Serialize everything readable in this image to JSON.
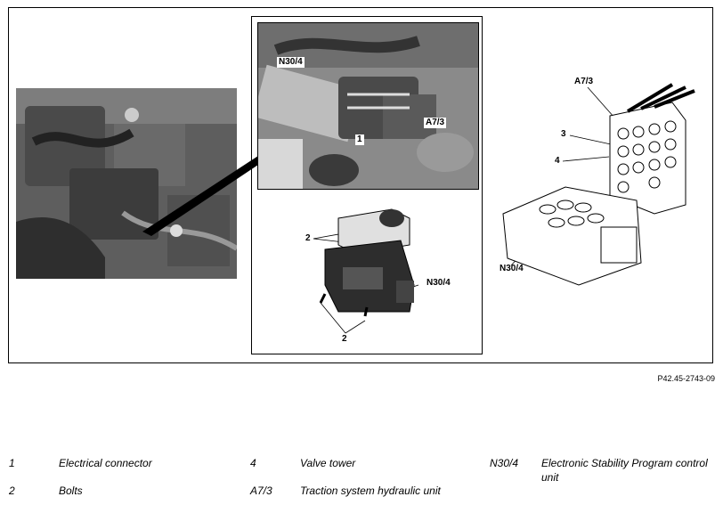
{
  "callouts": {
    "n30_4": "N30/4",
    "a7_3": "A7/3",
    "one": "1",
    "two": "2",
    "three": "3",
    "four": "4"
  },
  "reference_code": "P42.45-2743-09",
  "legend": [
    {
      "key": "1",
      "text": "Electrical connector"
    },
    {
      "key": "4",
      "text": "Valve tower"
    },
    {
      "key": "N30/4",
      "text": "Electronic Stability Program control unit"
    },
    {
      "key": "2",
      "text": "Bolts"
    },
    {
      "key": "A7/3",
      "text": "Traction system hydraulic unit"
    }
  ]
}
